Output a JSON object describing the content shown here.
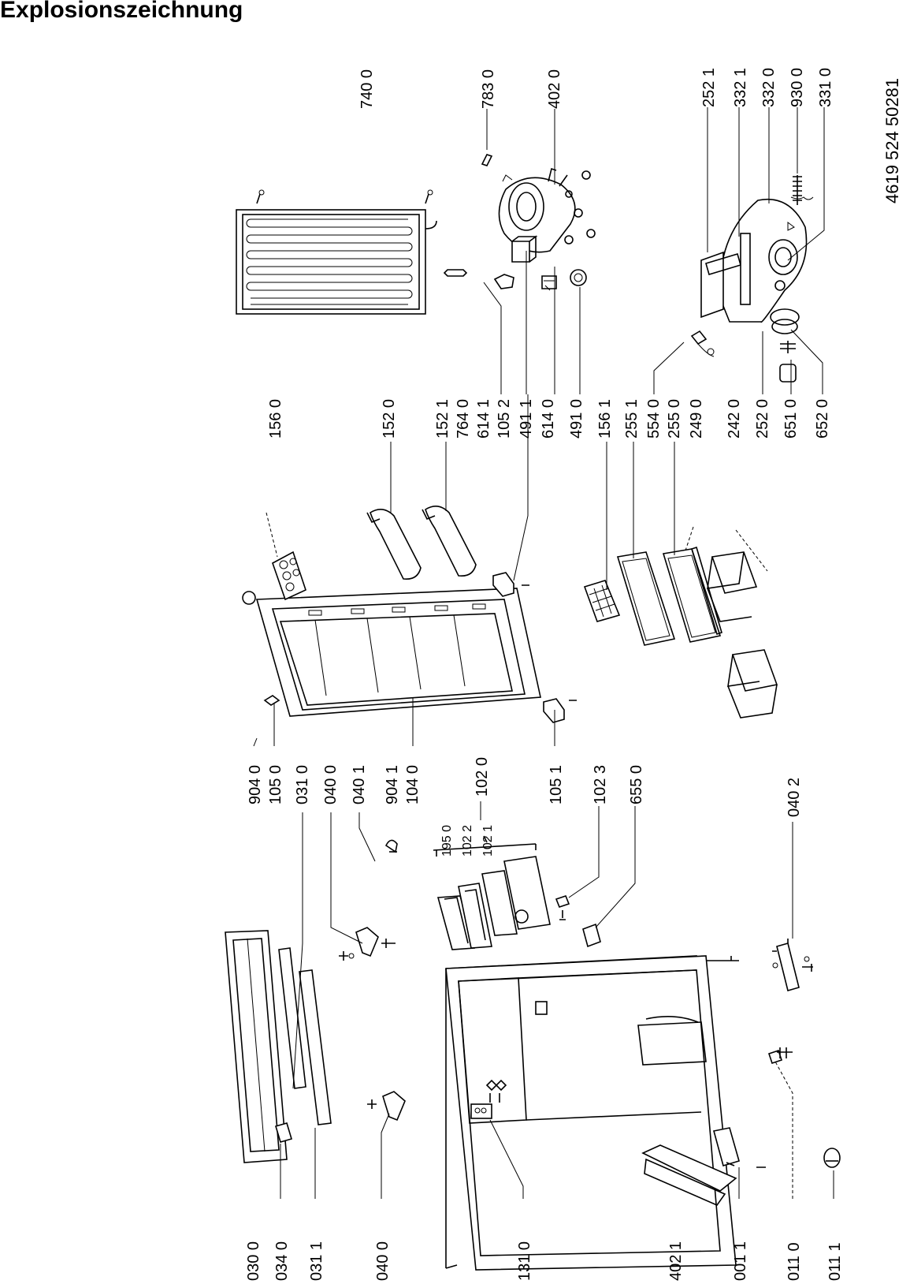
{
  "title": "Explosionszeichnung",
  "document_number": "4619 524 50281",
  "labels": {
    "l7400": "740 0",
    "l7830": "783 0",
    "l4020": "402 0",
    "l2521": "252 1",
    "l3321": "332 1",
    "l3320": "332 0",
    "l9300": "930 0",
    "l3310": "331 0",
    "l1560": "156 0",
    "l1520": "152 0",
    "l1521": "152 1",
    "l7640": "764 0",
    "l6141": "614 1",
    "l1052": "105 2",
    "l4911": "491 1",
    "l6140": "614 0",
    "l4910": "491 0",
    "l1561": "156 1",
    "l2551": "255 1",
    "l5540": "554 0",
    "l2550": "255 0",
    "l2490": "249 0",
    "l2420": "242 0",
    "l2520": "252 0",
    "l6510": "651 0",
    "l6520": "652 0",
    "l9040": "904 0",
    "l1050": "105 0",
    "l0310": "031 0",
    "l0400": "040 0",
    "l0401": "040 1",
    "l9041": "904 1",
    "l1040": "104 0",
    "l1020": "102 0",
    "l1950": "195 0",
    "l1022": "102 2",
    "l1021": "102 1",
    "l1051": "105 1",
    "l1023": "102 3",
    "l6550": "655 0",
    "l0402": "040 2",
    "l0300": "030 0",
    "l0340": "034 0",
    "l0311": "031 1",
    "l0400b": "040 0",
    "l1310": "131 0",
    "l4021": "402 1",
    "l0011": "001 1",
    "l0110": "011 0",
    "l0111": "011 1"
  }
}
